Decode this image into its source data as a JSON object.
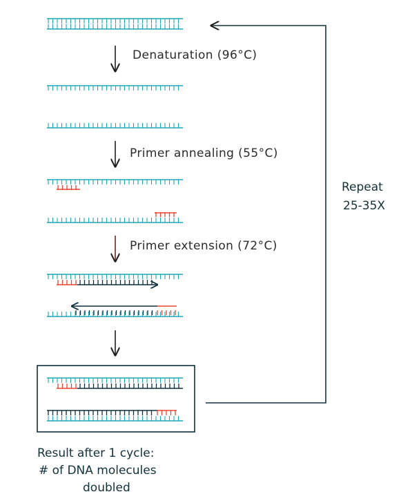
{
  "steps": {
    "denaturation": "Denaturation (96°C)",
    "annealing": "Primer annealing (55°C)",
    "extension": "Primer extension (72°C)"
  },
  "repeat": {
    "line1": "Repeat",
    "line2": "25-35X"
  },
  "result": {
    "line1": "Result after 1 cycle:",
    "line2": "# of DNA molecules",
    "line3": "doubled"
  },
  "colors": {
    "dna_strand": "#1aa9b8",
    "primer": "#e8452f",
    "new_strand": "#0f2f3a",
    "arrow": "#1e1e1e"
  }
}
